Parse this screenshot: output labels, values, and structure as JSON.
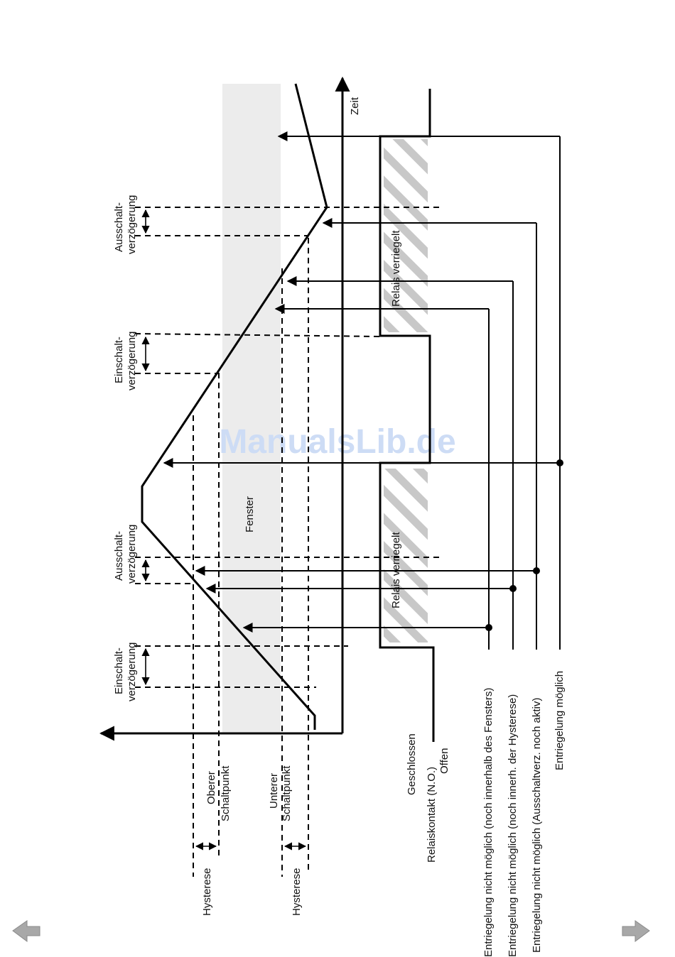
{
  "diagram": {
    "time_axis_label": "Zeit",
    "window_label": "Fenster",
    "locked_label": "Relais verriegelt",
    "on_delay_label": [
      "Einschalt-",
      "verzögerung"
    ],
    "off_delay_label": [
      "Ausschalt-",
      "verzögerung"
    ],
    "upper_switchpoint_label": [
      "Oberer",
      "Schaltpunkt"
    ],
    "lower_switchpoint_label": [
      "Unterer",
      "Schaltpunkt"
    ],
    "hysteresis_label": "Hysterese",
    "relay_contact_label": "Relaiskontakt (N.O.)",
    "closed_label": "Geschlossen",
    "open_label": "Offen",
    "unlock_not_window_label": "Entriegelung nicht möglich (noch innerhalb des Fensters)",
    "unlock_not_hysteresis_label": "Entriegelung nicht möglich (noch innerh. der Hysterese)",
    "unlock_not_delay_label": "Entriegelung nicht möglich (Ausschaltverz. noch aktiv)",
    "unlock_possible_label": "Entriegelung möglich"
  },
  "watermark": "ManualsLib.de",
  "navigation": {
    "prev_icon": "arrow-left-icon",
    "next_icon": "arrow-right-icon"
  },
  "colors": {
    "line": "#000000",
    "window_fill": "#ececec",
    "hatch": "#c8c8c8",
    "watermark": "#cddcf5",
    "nav": "#a8a8a8"
  }
}
